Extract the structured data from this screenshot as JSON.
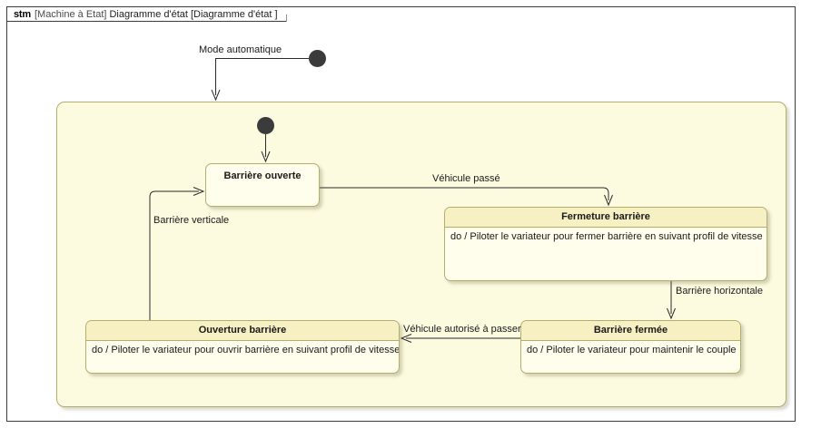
{
  "frame": {
    "kind": "stm",
    "qualifier": "[Machine à Etat]",
    "name": "Diagramme d'état",
    "bracket_open": "[",
    "bracket_name": "Diagramme d'état",
    "bracket_close": "]"
  },
  "diagram": {
    "type": "uml-state-machine",
    "colors": {
      "frame_border": "#3c3c3c",
      "state_border": "#b3ad6e",
      "state_fill": "#fffdec",
      "state_title_fill": "#f6f0c3",
      "composite_fill": "#fcfadf",
      "connector": "#2b2b2b",
      "initial_node": "#3b3b3b",
      "page_background": "#ffffff"
    }
  },
  "composite_state": {
    "name": "machine-region",
    "label": ""
  },
  "pseudo_states": [
    {
      "id": "initial-outer",
      "name": "initial-state-outer",
      "kind": "initial"
    },
    {
      "id": "initial-inner",
      "name": "initial-state-inner",
      "kind": "initial"
    }
  ],
  "states": [
    {
      "id": "state-barriere-ouverte",
      "title": "Barrière ouverte",
      "body": "",
      "has_body": false
    },
    {
      "id": "state-fermeture-barriere",
      "title": "Fermeture barrière",
      "body": "do / Piloter le variateur pour fermer barrière en suivant profil de vitesse",
      "has_body": true
    },
    {
      "id": "state-barriere-fermee",
      "title": "Barrière fermée",
      "body": "do / Piloter le variateur pour maintenir le couple",
      "has_body": true
    },
    {
      "id": "state-ouverture-barriere",
      "title": "Ouverture barrière",
      "body": "do / Piloter le variateur pour ouvrir barrière en suivant profil de vitesse",
      "has_body": true
    }
  ],
  "transitions": [
    {
      "id": "label-mode-automatique",
      "label": "Mode automatique",
      "from": "initial-state-outer",
      "to": "machine-region"
    },
    {
      "id": "label-vehicule-passe",
      "label": "Véhicule passé",
      "from": "Barrière ouverte",
      "to": "Fermeture barrière"
    },
    {
      "id": "label-barriere-horizontale",
      "label": "Barrière horizontale",
      "from": "Fermeture barrière",
      "to": "Barrière fermée"
    },
    {
      "id": "label-vehicule-autorise",
      "label": "Véhicule autorisé à passer",
      "from": "Barrière fermée",
      "to": "Ouverture barrière"
    },
    {
      "id": "label-barriere-verticale",
      "label": "Barrière verticale",
      "from": "Ouverture barrière",
      "to": "Barrière ouverte"
    },
    {
      "id": "initial-inner-transition",
      "label": "",
      "from": "initial-state-inner",
      "to": "Barrière ouverte"
    }
  ]
}
